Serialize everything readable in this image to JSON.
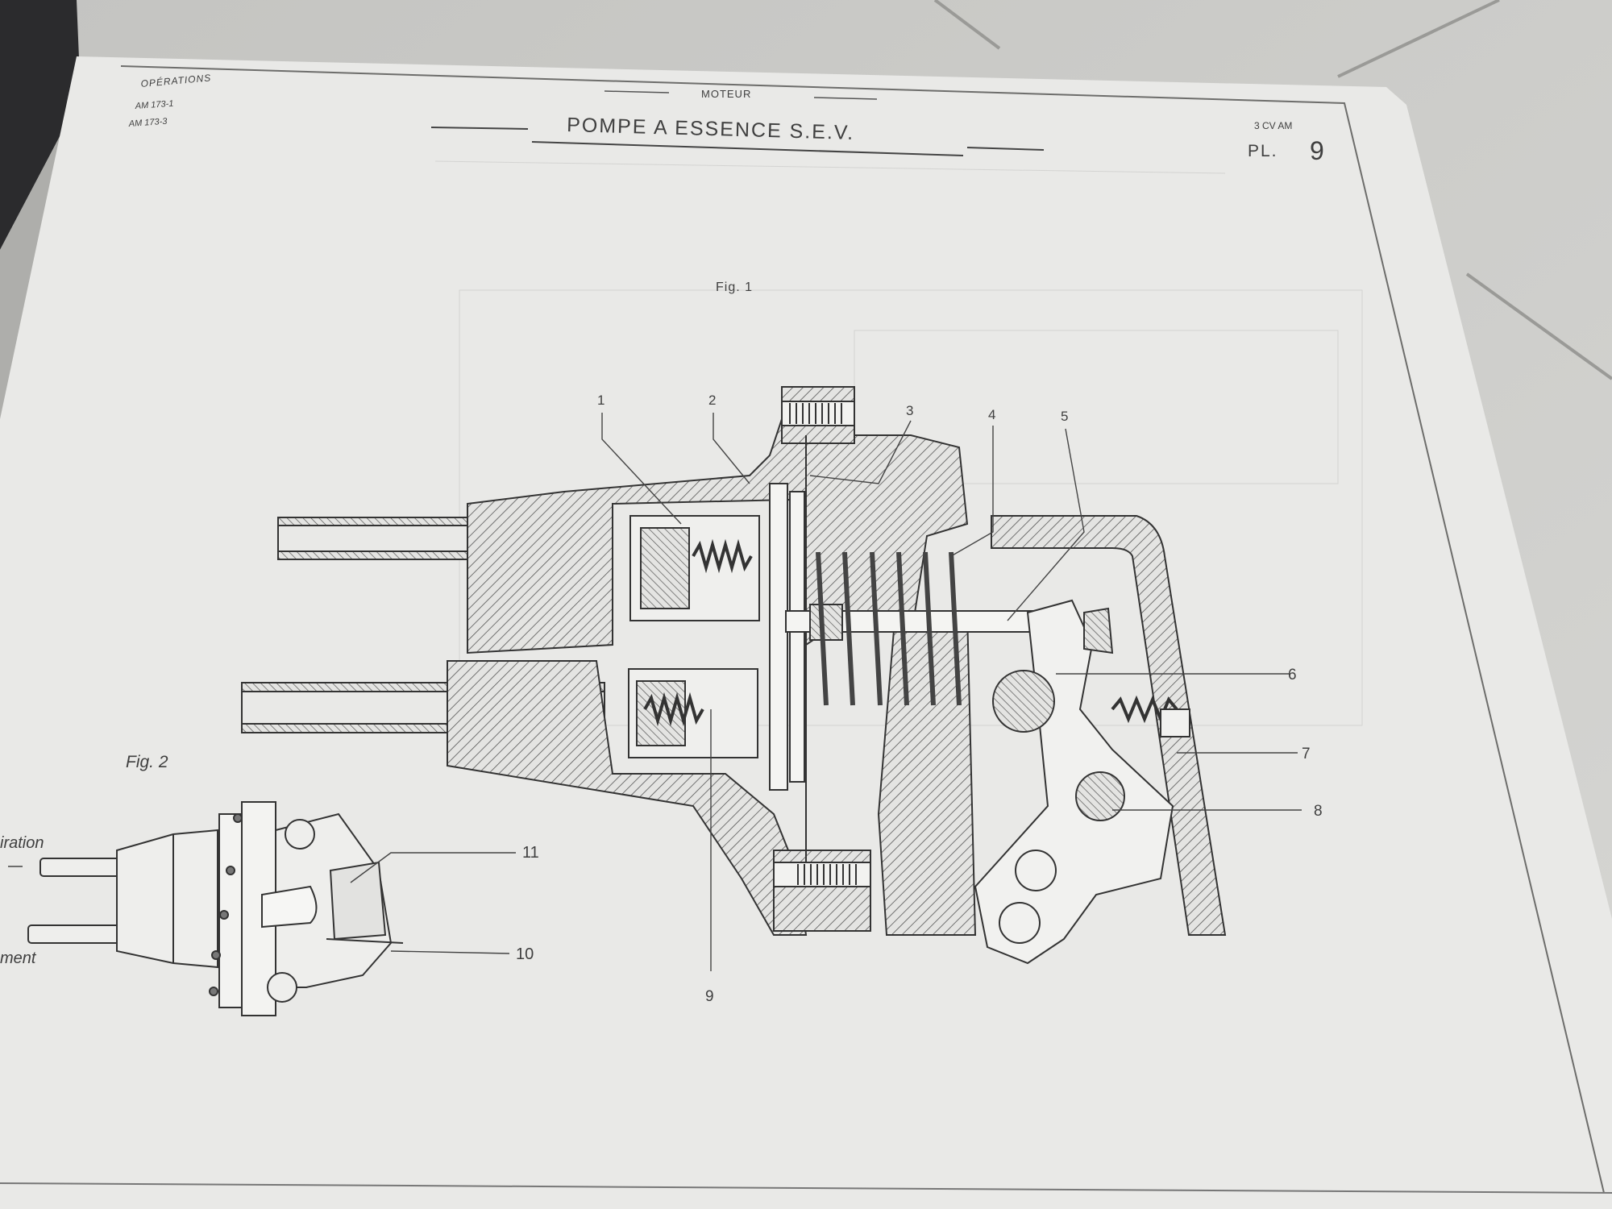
{
  "header": {
    "operations_label": "OPÉRATIONS",
    "operation_codes": [
      "AM 173-1",
      "AM 173-3"
    ],
    "section": "MOTEUR",
    "title": "POMPE A ESSENCE S.E.V.",
    "vehicle": "3 CV AM",
    "plate_prefix": "PL.",
    "plate_number": "9"
  },
  "figures": {
    "fig1_label": "Fig. 1",
    "fig2_label": "Fig. 2",
    "fig1_callouts": [
      "1",
      "2",
      "3",
      "4",
      "5",
      "6",
      "7",
      "8",
      "9"
    ],
    "fig2_callouts": [
      "11",
      "10"
    ],
    "fig2_side_labels": [
      "iration",
      "ment"
    ]
  },
  "colors": {
    "paper": "#ebebea",
    "ink": "#3f3f3f",
    "floor": "#cfcfcc"
  }
}
